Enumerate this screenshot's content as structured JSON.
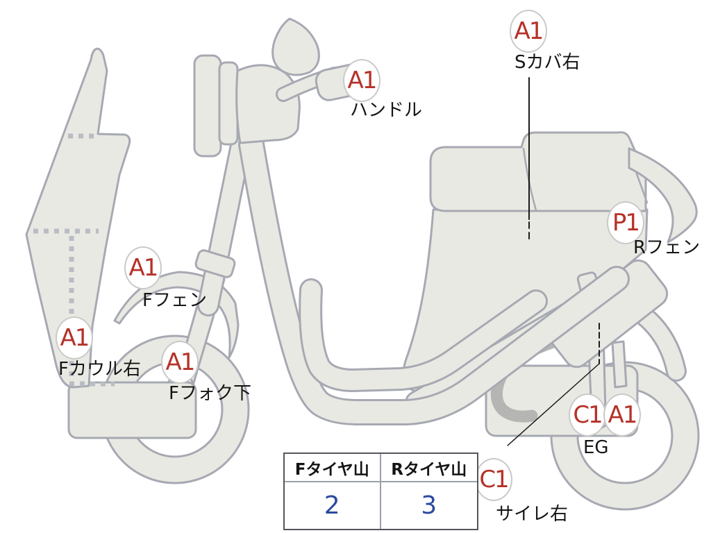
{
  "diagram_type": "scooter-damage-diagram",
  "annotations": {
    "s_cover": {
      "code": "A1",
      "label": "Sカバ右"
    },
    "handle": {
      "code": "A1",
      "label": "ハンドル"
    },
    "r_fender": {
      "code": "P1",
      "label": "Rフェン"
    },
    "f_fender": {
      "code": "A1",
      "label": "Fフェン"
    },
    "f_cowl_right": {
      "code": "A1",
      "label": "Fカウル右"
    },
    "f_fork_lower": {
      "code": "A1",
      "label": "Fフォク下"
    },
    "engine": {
      "code_primary": "C1",
      "code_secondary": "A1",
      "label": "EG"
    },
    "silencer_right": {
      "code": "C1",
      "label": "サイレ右"
    }
  },
  "tire_table": {
    "columns": [
      {
        "header": "Fタイヤ山",
        "value": "2"
      },
      {
        "header": "Rタイヤ山",
        "value": "3"
      }
    ]
  },
  "colors": {
    "marker_code_red": "#b53228",
    "tire_value_blue": "#2b4aa0",
    "body_fill": "#e9e9e3",
    "body_outline": "#a6a9b2",
    "muffler_gray": "#b5b6b3"
  }
}
